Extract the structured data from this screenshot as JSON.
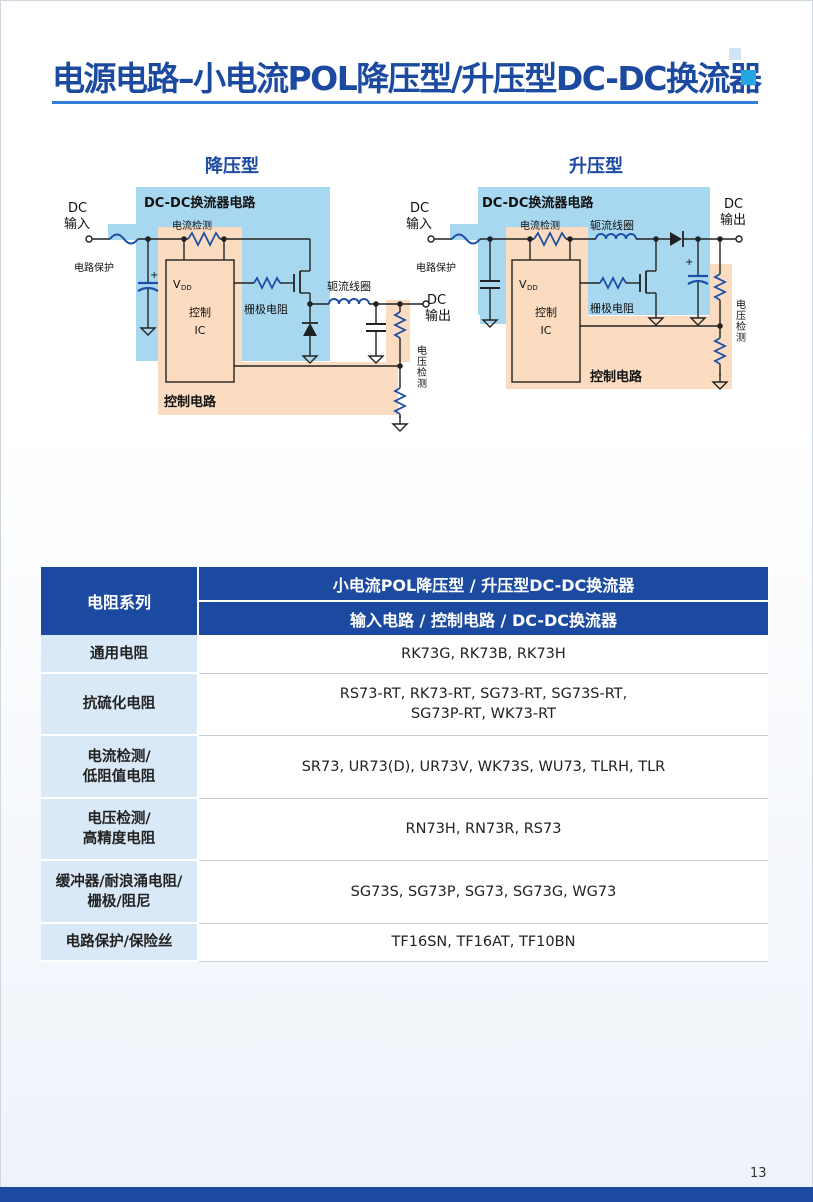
{
  "title": "电源电路–小电流POL降压型/升压型DC-DC换流器",
  "diagram": {
    "buck": {
      "heading": "降压型",
      "converter_label": "DC-DC换流器电路",
      "control_label": "控制电路",
      "dc_in": "DC",
      "dc_in2": "输入",
      "dc_out": "DC",
      "dc_out2": "输出",
      "circuit_protection": "电路保护",
      "current_sense": "电流检测",
      "choke_coil": "轭流线圈",
      "gate_resistor": "栅极电阻",
      "voltage_sense": [
        "电",
        "压",
        "检",
        "测"
      ],
      "vdd": "V",
      "vdd_sub": "DD",
      "ic1": "控制",
      "ic2": "IC",
      "plus": "+"
    },
    "boost": {
      "heading": "升压型",
      "converter_label": "DC-DC换流器电路",
      "control_label": "控制电路",
      "dc_in": "DC",
      "dc_in2": "输入",
      "dc_out": "DC",
      "dc_out2": "输出",
      "circuit_protection": "电路保护",
      "current_sense": "电流检测",
      "choke_coil": "轭流线圈",
      "gate_resistor": "栅极电阻",
      "voltage_sense": [
        "电",
        "压",
        "检",
        "测"
      ],
      "vdd": "V",
      "vdd_sub": "DD",
      "ic1": "控制",
      "ic2": "IC",
      "plus": "+"
    }
  },
  "table": {
    "header": {
      "series": "电阻系列",
      "row1": "小电流POL降压型 / 升压型DC-DC换流器",
      "row2": "输入电路 / 控制电路 / DC-DC换流器"
    },
    "rows": [
      {
        "name": [
          "通用电阻"
        ],
        "value": [
          "RK73G, RK73B, RK73H"
        ]
      },
      {
        "name": [
          "抗硫化电阻"
        ],
        "value": [
          "RS73-RT, RK73-RT, SG73-RT, SG73S-RT,",
          "SG73P-RT, WK73-RT"
        ]
      },
      {
        "name": [
          "电流检测/",
          "低阻值电阻"
        ],
        "value": [
          "SR73, UR73(D), UR73V, WK73S, WU73, TLRH, TLR"
        ]
      },
      {
        "name": [
          "电压检测/",
          "高精度电阻"
        ],
        "value": [
          "RN73H, RN73R, RS73"
        ]
      },
      {
        "name": [
          "缓冲器/耐浪涌电阻/",
          "栅极/阻尼"
        ],
        "value": [
          "SG73S, SG73P, SG73, SG73G, WG73"
        ]
      },
      {
        "name": [
          "电路保护/保险丝"
        ],
        "value": [
          "TF16SN, TF16AT, TF10BN"
        ]
      }
    ]
  },
  "page_number": "13",
  "colors": {
    "brand_blue": "#1b4aa0",
    "accent_blue": "#22a7e0",
    "converter_fill": "#a8d8f0",
    "control_fill": "#fbdcc0",
    "component_blue": "#1e4fa6"
  }
}
